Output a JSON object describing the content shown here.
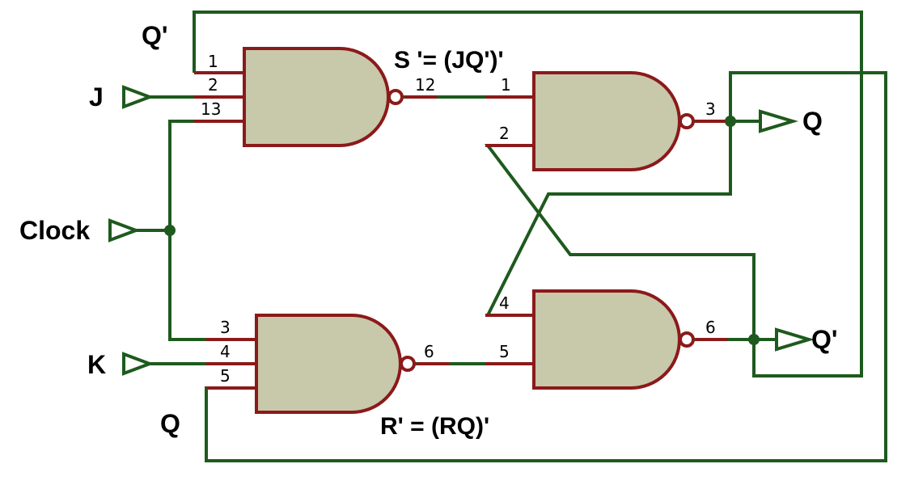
{
  "labels": {
    "q_bar_top": "Q'",
    "j": "J",
    "clock": "Clock",
    "k": "K",
    "q_bottom": "Q",
    "q_out": "Q",
    "q_bar_out": "Q'",
    "s_expr": "S '= (JQ')'",
    "r_expr": "R' = (RQ)'"
  },
  "pins": {
    "g1_in1": "1",
    "g1_in2": "2",
    "g1_in3": "13",
    "g1_out": "12",
    "g2_in1": "3",
    "g2_in2": "4",
    "g2_in3": "5",
    "g2_out": "6",
    "g3_in1": "1",
    "g3_in2": "2",
    "g3_out": "3",
    "g4_in1": "4",
    "g4_in2": "5",
    "g4_out": "6"
  },
  "colors": {
    "wire": "#1e5a1e",
    "gate_fill": "#c8c8ab",
    "gate_stroke": "#8b1a1a"
  }
}
